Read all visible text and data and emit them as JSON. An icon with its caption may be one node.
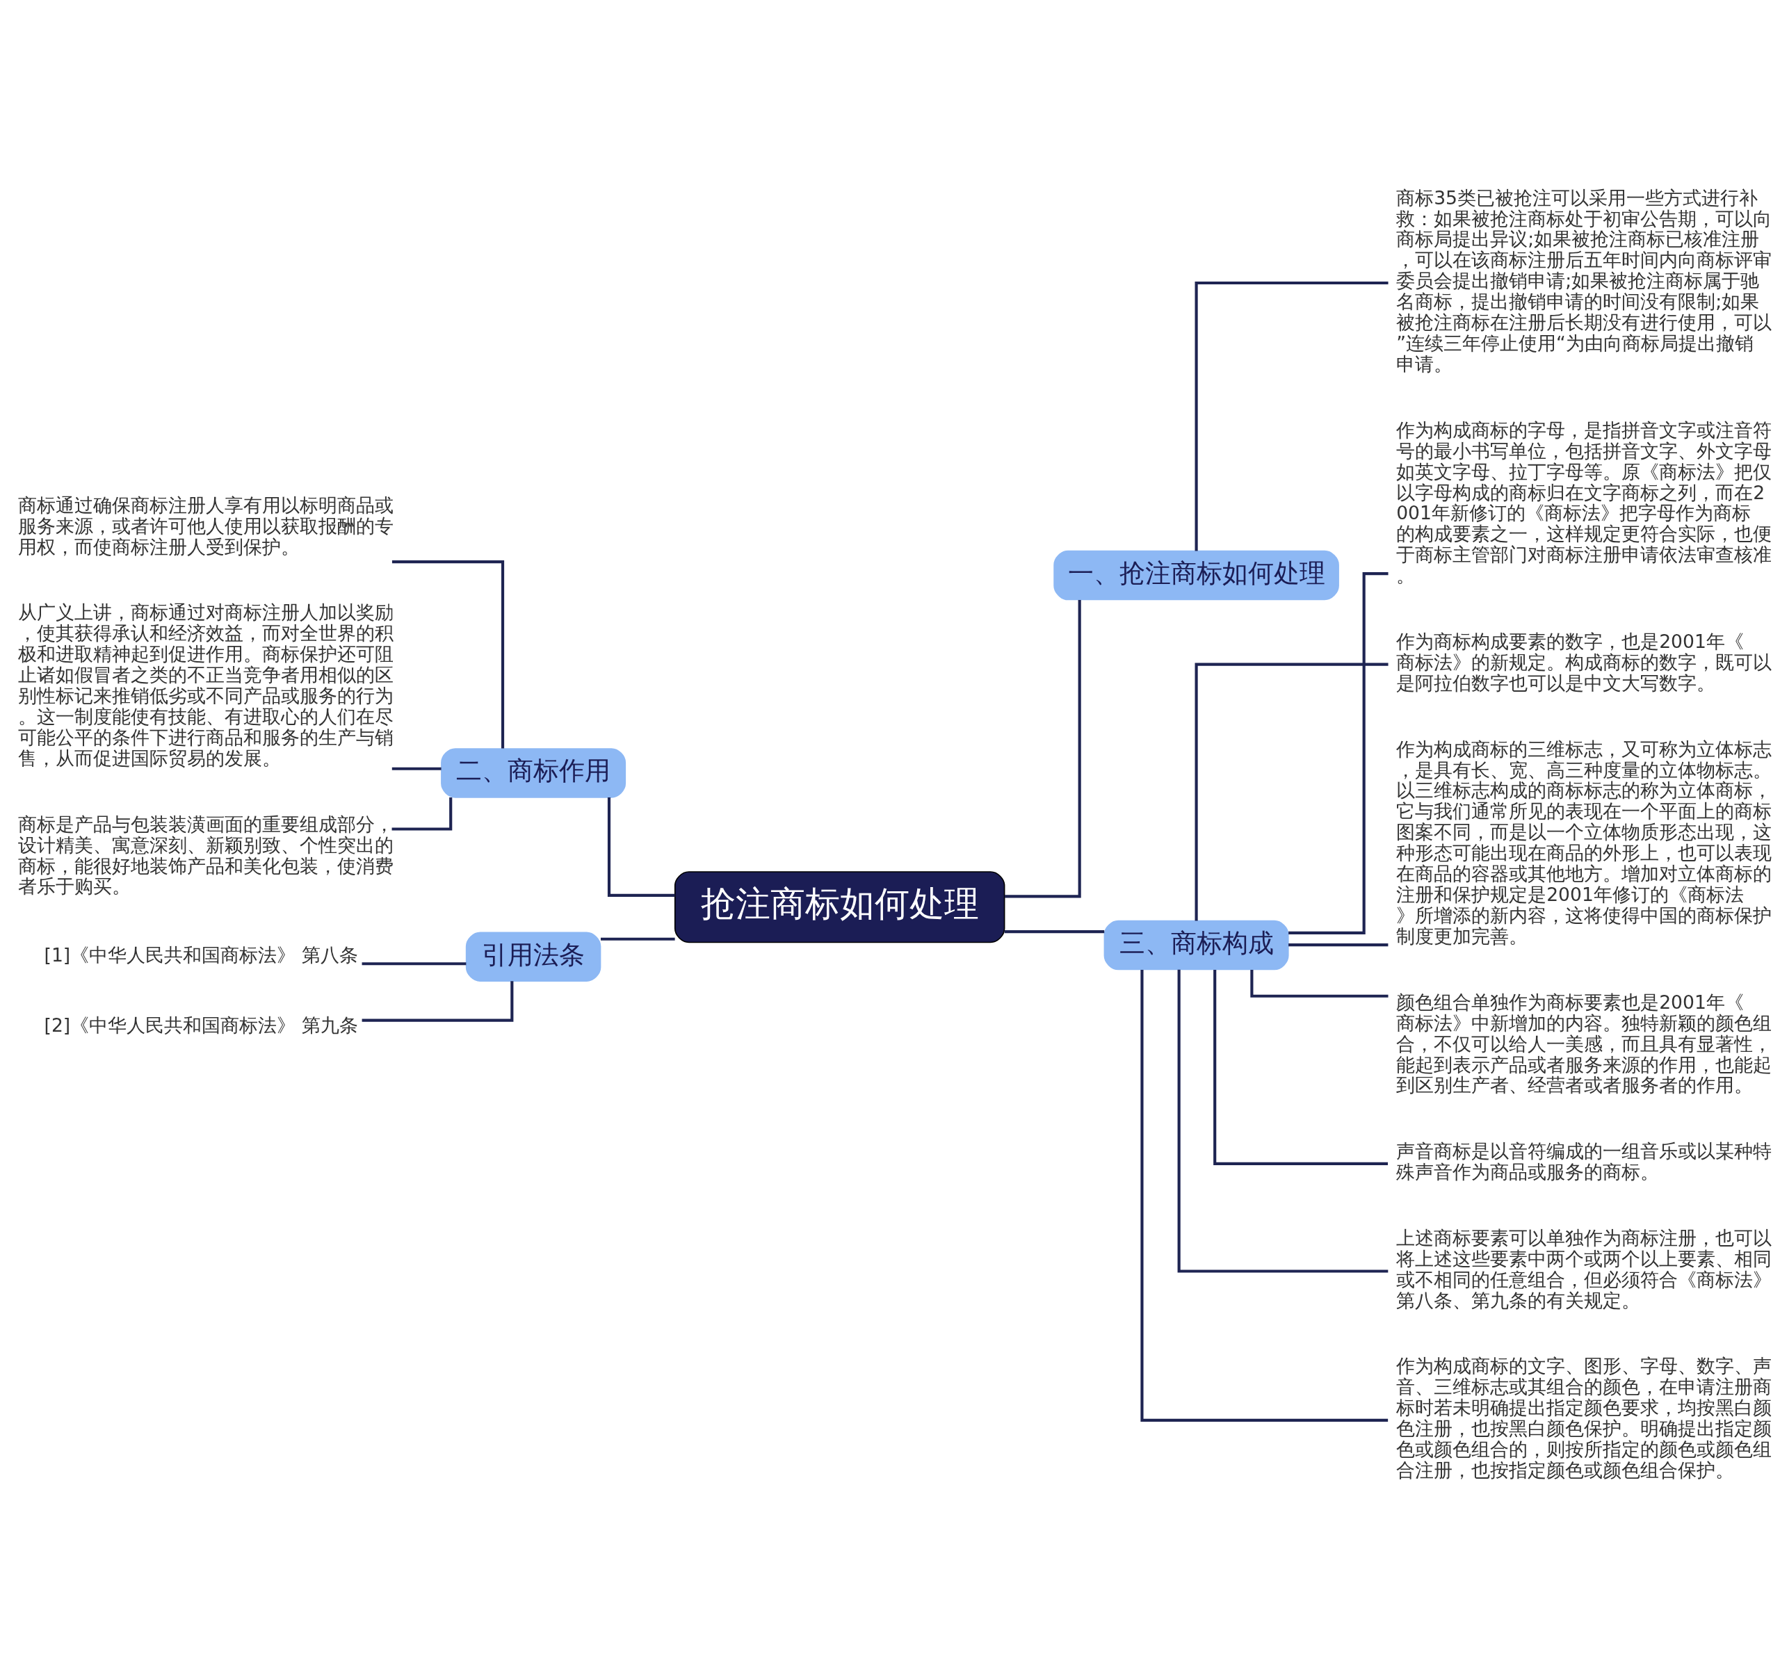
{
  "diagram": {
    "nodes": [
      {
        "text": [
          "抢注商标如何处理"
        ]
      },
      {
        "text": [
          "一、抢注商标如何处理"
        ]
      },
      {
        "text": [
          "商标35类已被抢注可以采用一些方式进行补救：如果被抢注商标处于初审公告期，可以向商标局提出异议;如果被抢注商标已核准注册，可以在该商标注册后五年时间内向商标评审委员会提出撤销申请;如果被抢注商标属于驰名商标，提出撤销申请的时间没有限制;如果被抢注商标在注册后长期没有进行使用，可以”连续三年停止使用“为由向商标局提出撤销申请。"
        ]
      },
      {
        "text": [
          "二、商标作用"
        ]
      },
      {
        "text": [
          "商标通过确保商标注册人享有用以标明商品或服务来源，或者许可他人使用以获取报酬的专用权，而使商标注册人受到保护。"
        ]
      },
      {
        "text": [
          "从广义上讲，商标通过对商标注册人加以奖励，使其获得承认和经济效益，而对全世界的积极和进取精神起到促进作用。商标保护还可阻止诸如假冒者之类的不正当竞争者用相似的区别性标记来推销低劣或不同产品或服务的行为。这一制度能使有技能、有进取心的人们在尽可能公平的条件下进行商品和服务的生产与销售，从而促进国际贸易的发展。"
        ]
      },
      {
        "text": [
          "商标是产品与包装装潢画面的重要组成部分，设计精美、寓意深刻、新颖别致、个性突出的商标，能很好地装饰产品和美化包装，使消费者乐于购买。"
        ]
      },
      {
        "text": [
          "引用法条"
        ]
      },
      {
        "text": [
          "[1]《中华人民共和国商标法》 第八条"
        ]
      },
      {
        "text": [
          "[2]《中华人民共和国商标法》 第九条"
        ]
      },
      {
        "text": [
          "三、商标构成"
        ]
      },
      {
        "text": [
          "作为构成商标的字母，是指拼音文字或注音符号的最小书写单位，包括拼音文字、外文字母如英文字母、拉丁字母等。原《商标法》把仅以字母构成的商标归在文字商标之列，而在2001年新修订的《商标法》把字母作为商标的构成要素之一，这样规定更符合实际，也便于商标主管部门对商标注册申请依法审查核准。"
        ]
      },
      {
        "text": [
          "作为商标构成要素的数字，也是2001年《商标法》的新规定。构成商标的数字，既可以是阿拉伯数字也可以是中文大写数字。"
        ]
      },
      {
        "text": [
          "作为构成商标的三维标志，又可称为立体标志，是具有长、宽、高三种度量的立体物标志。以三维标志构成的商标标志的称为立体商标，它与我们通常所见的表现在一个平面上的商标图案不同，而是以一个立体物质形态出现，这种形态可能出现在商品的外形上，也可以表现在商品的容器或其他地方。增加对立体商标的注册和保护规定是2001年修订的《商标法》所增添的新内容，这将使得中国的商标保护制度更加完善。"
        ]
      },
      {
        "text": [
          "颜色组合单独作为商标要素也是2001年《商标法》中新增加的内容。独特新颖的颜色组合，不仅可以给人一美感，而且具有显著性，能起到表示产品或者服务来源的作用，也能起到区别生产者、经营者或者服务者的作用。"
        ]
      },
      {
        "text": [
          "声音商标是以音符编成的一组音乐或以某种特殊声音作为商品或服务的商标。"
        ]
      },
      {
        "text": [
          "上述商标要素可以单独作为商标注册，也可以将上述这些要素中两个或两个以上要素、相同或不相同的任意组合，但必须符合《商标法》第八条、第九条的有关规定。"
        ]
      },
      {
        "text": [
          "作为构成商标的文字、图形、字母、数字、声音、三维标志或其组合的颜色，在申请注册商标时若未明确提出指定颜色要求，均按黑白颜色注册，也按黑白颜色保护。明确提出指定颜色或颜色组合的，则按所指定的颜色或颜色组合注册，也按指定颜色或颜色组合保护。"
        ]
      }
    ],
    "edges": [
      {
        "from": 0,
        "to": 1,
        "arrow": "none"
      },
      {
        "from": 1,
        "to": 2,
        "arrow": "none"
      },
      {
        "from": 0,
        "to": 3,
        "arrow": "none"
      },
      {
        "from": 3,
        "to": 4,
        "arrow": "none"
      },
      {
        "from": 3,
        "to": 5,
        "arrow": "none"
      },
      {
        "from": 3,
        "to": 6,
        "arrow": "none"
      },
      {
        "from": 0,
        "to": 7,
        "arrow": "none"
      },
      {
        "from": 7,
        "to": 8,
        "arrow": "none"
      },
      {
        "from": 7,
        "to": 9,
        "arrow": "none"
      },
      {
        "from": 0,
        "to": 10,
        "arrow": "none"
      },
      {
        "from": 10,
        "to": 11,
        "arrow": "none"
      },
      {
        "from": 10,
        "to": 12,
        "arrow": "none"
      },
      {
        "from": 10,
        "to": 13,
        "arrow": "none"
      },
      {
        "from": 10,
        "to": 14,
        "arrow": "none"
      },
      {
        "from": 10,
        "to": 15,
        "arrow": "none"
      },
      {
        "from": 10,
        "to": 16,
        "arrow": "none"
      },
      {
        "from": 10,
        "to": 17,
        "arrow": "none"
      }
    ]
  }
}
